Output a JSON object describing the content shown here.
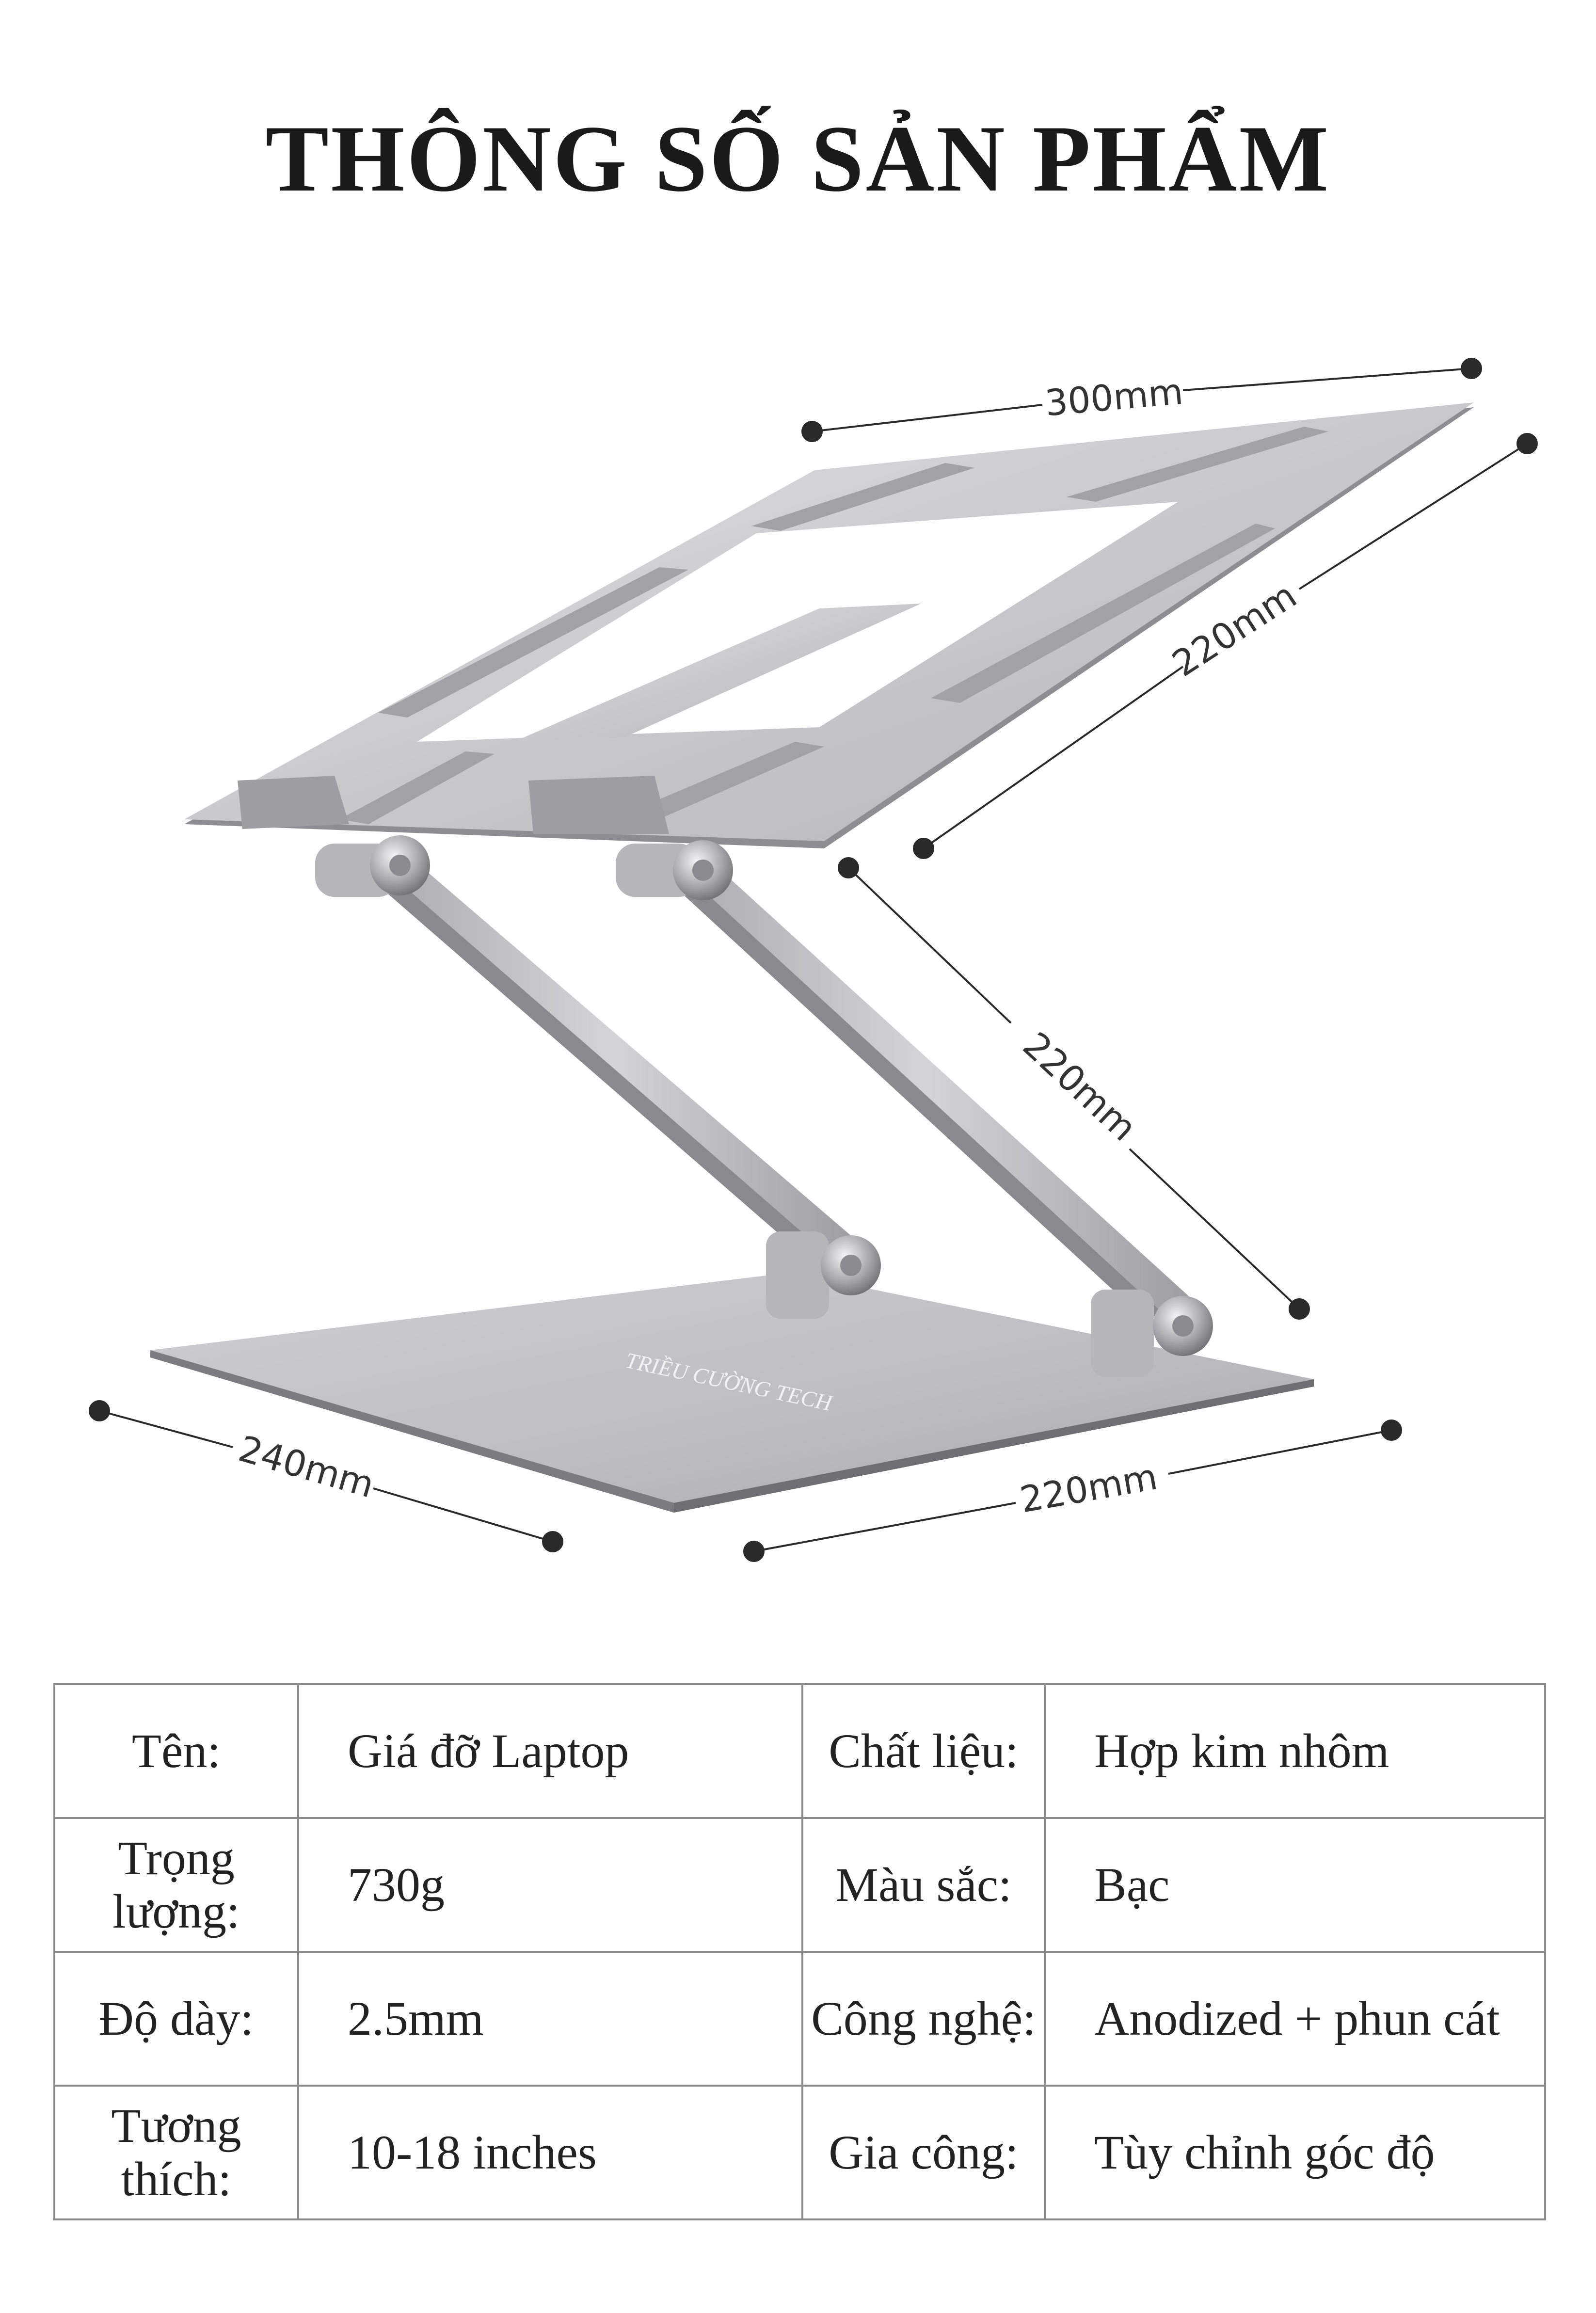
{
  "page": {
    "title": "THÔNG SỐ SẢN PHẨM"
  },
  "product": {
    "base_engraving": "TRIỀU CƯỜNG TECH",
    "colors": {
      "aluminum_light": "#d8d8da",
      "aluminum_mid": "#b8b8bb",
      "aluminum_dark": "#8e8e92",
      "dimension_line": "#2a2a2a"
    }
  },
  "dimensions": {
    "top_width": "300mm",
    "top_depth": "220mm",
    "arm_length": "220mm",
    "base_depth": "240mm",
    "base_width": "220mm"
  },
  "specs": {
    "rows": [
      {
        "label1": "Tên:",
        "value1": "Giá đỡ Laptop",
        "label2": "Chất liệu:",
        "value2": "Hợp kim nhôm"
      },
      {
        "label1": "Trọng lượng:",
        "value1": "730g",
        "label2": "Màu sắc:",
        "value2": "Bạc"
      },
      {
        "label1": "Độ dày:",
        "value1": "2.5mm",
        "label2": "Công nghệ:",
        "value2": "Anodized + phun cát"
      },
      {
        "label1": "Tương thích:",
        "value1": "10-18 inches",
        "label2": "Gia công:",
        "value2": "Tùy chỉnh góc độ"
      }
    ]
  }
}
